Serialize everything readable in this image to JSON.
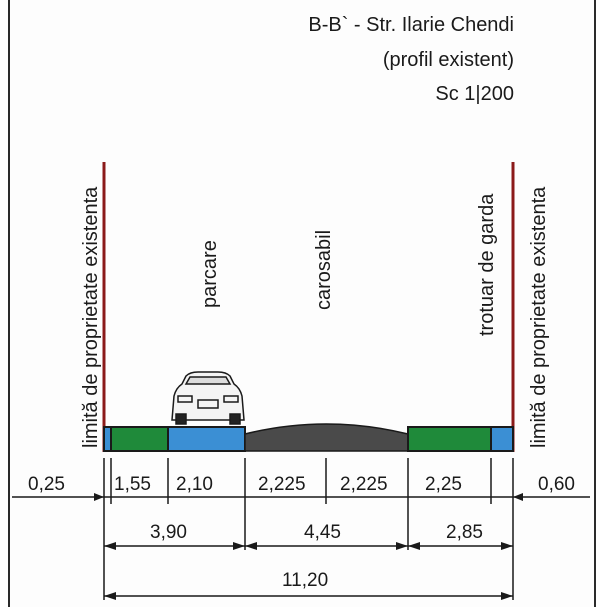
{
  "title": {
    "line1": "B-B` - Str. Ilarie Chendi",
    "line2": "(profil existent)",
    "line3": "Sc 1|200"
  },
  "labels": {
    "left_property_limit": "limită de proprietate existenta",
    "right_property_limit": "limită de proprietate existenta",
    "parking": "parcare",
    "roadway": "carosabil",
    "sidewalk": "trotuar de garda"
  },
  "dimensions": {
    "row1": [
      "0,25",
      "1,55",
      "2,10",
      "2,225",
      "2,225",
      "2,25",
      "0,60"
    ],
    "row2": [
      "3,90",
      "4,45",
      "2,85"
    ],
    "row3": [
      "11,20"
    ]
  },
  "colors": {
    "property_line": "#8b1a1a",
    "green_strip": "#1f8a3a",
    "blue_strip": "#3b8fd4",
    "asphalt": "#4a4a4a",
    "line": "#1a1a1a"
  }
}
